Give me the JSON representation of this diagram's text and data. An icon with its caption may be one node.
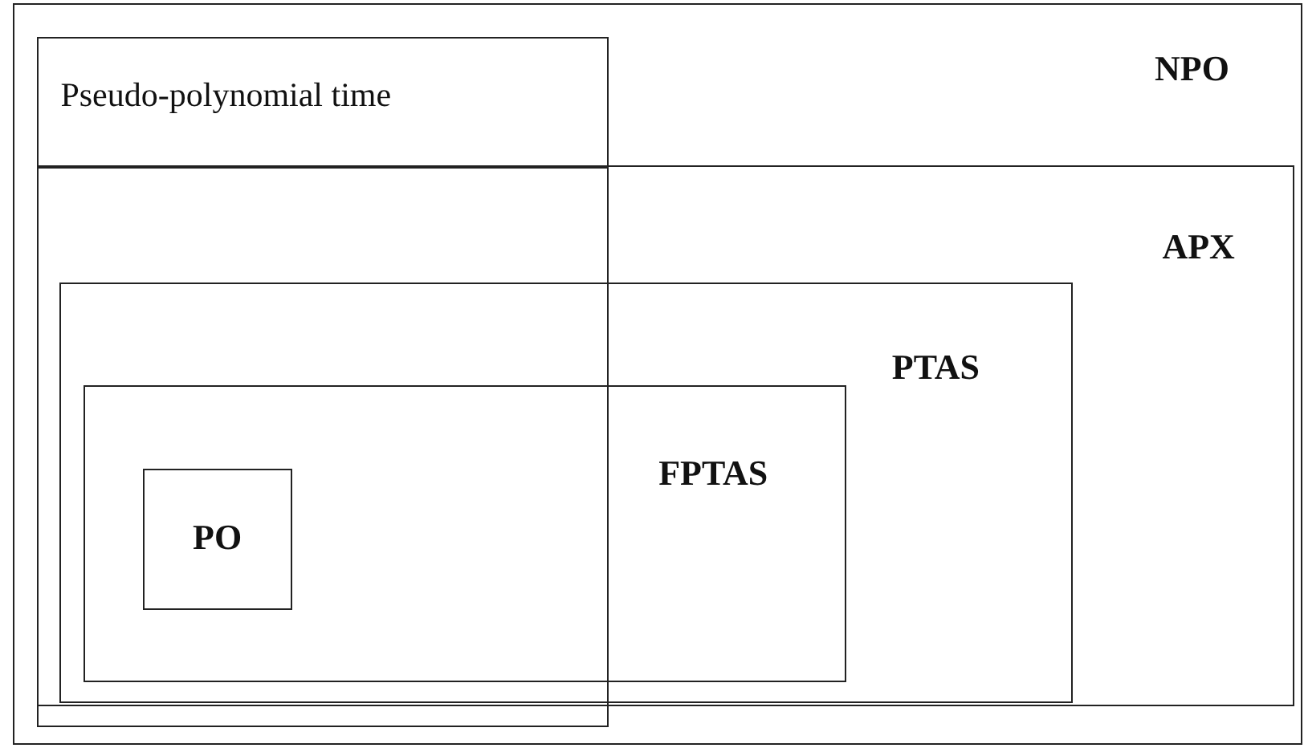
{
  "diagram": {
    "nodes": [
      {
        "text": [
          "NPO"
        ]
      },
      {
        "text": [
          "Pseudo-polynomial time"
        ],
        "in": 0
      },
      {
        "text": [
          "APX"
        ],
        "in": 0
      },
      {
        "text": [
          "PTAS"
        ],
        "in": 2
      },
      {
        "text": [
          "FPTAS"
        ],
        "in": 3
      },
      {
        "text": [
          "PO"
        ]
      }
    ]
  }
}
